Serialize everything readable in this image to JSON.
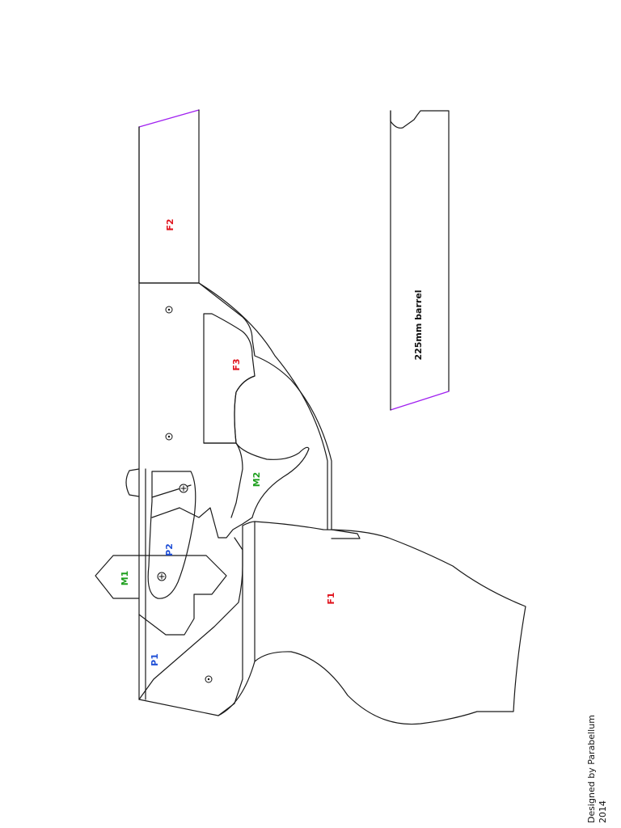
{
  "parts": {
    "frame_1": "F1",
    "frame_2": "F2",
    "frame_3": "F3",
    "mech_1": "M1",
    "mech_2": "M2",
    "pin_1": "P1",
    "pin_2": "P2"
  },
  "barrel": {
    "label": "225mm barrel"
  },
  "credit": {
    "line1": "Designed by Parabellum",
    "line2": "2014"
  },
  "colors": {
    "frame_labels": "#e0141e",
    "mech_labels": "#1fa01f",
    "pin_labels": "#1f4fd6",
    "cut_edges": "#a020f0"
  }
}
